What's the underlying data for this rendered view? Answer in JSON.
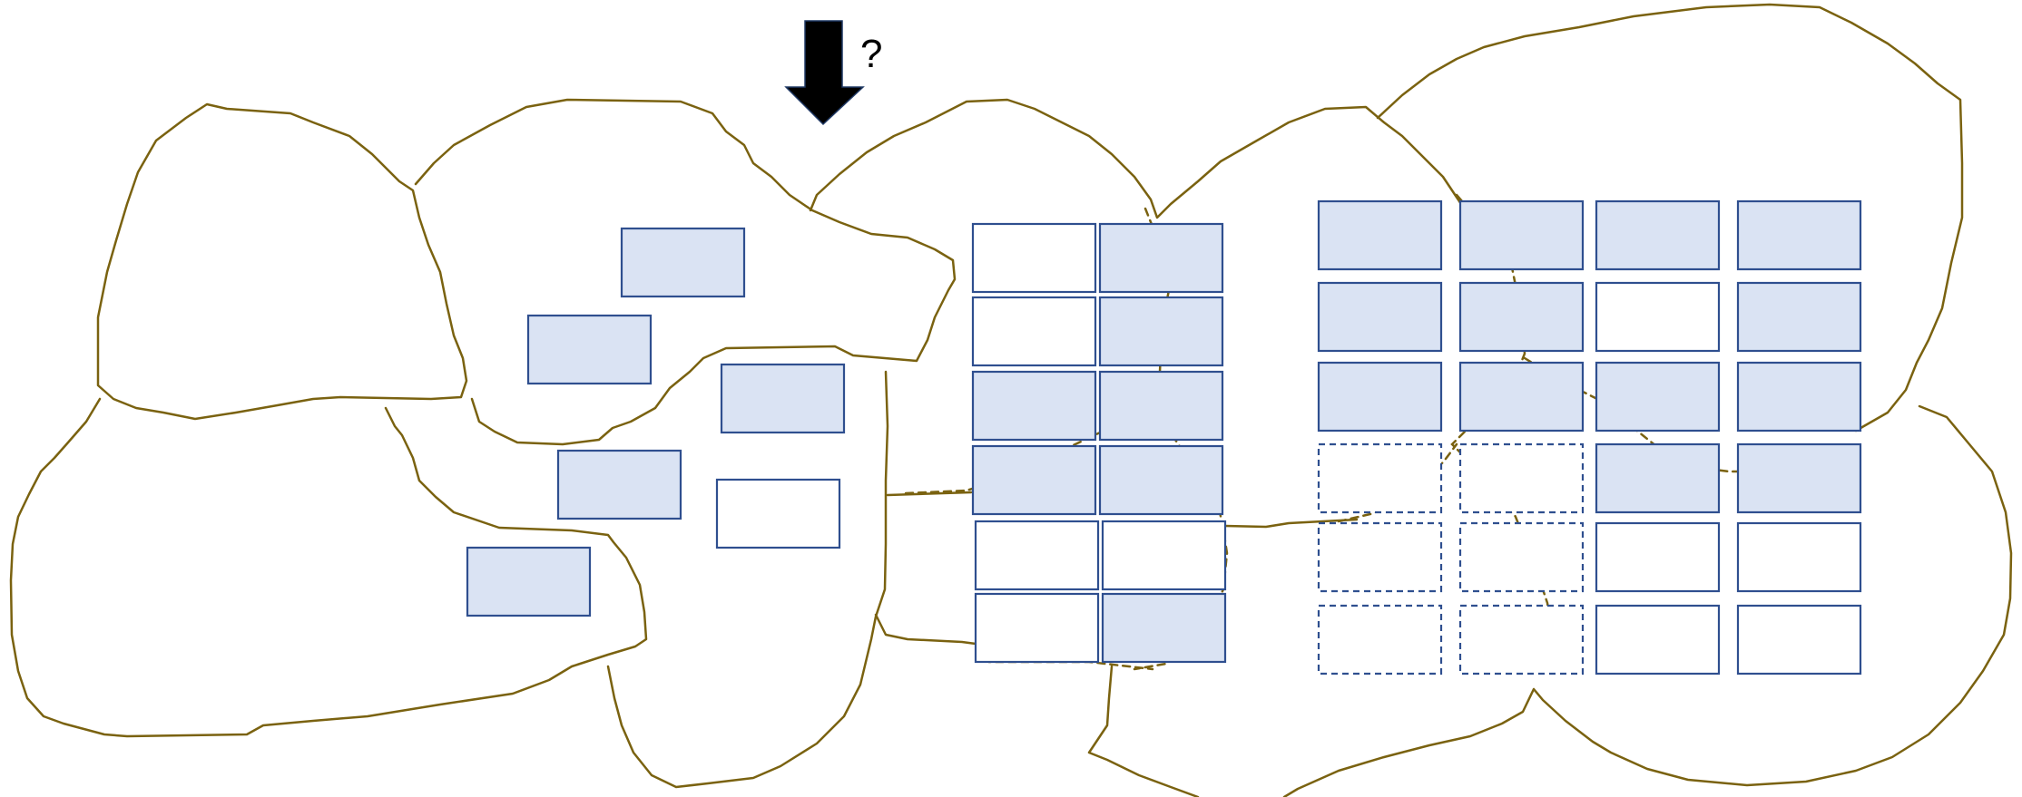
{
  "marker": {
    "text": "?"
  },
  "colors": {
    "outline": "#7a6210",
    "box_stroke": "#2f4f8f",
    "box_fill": "#dae3f3",
    "empty_fill": "#ffffff",
    "arrow": "#000000"
  },
  "scattered_boxes": [
    {
      "filled": true
    },
    {
      "filled": true
    },
    {
      "filled": true
    },
    {
      "filled": true
    },
    {
      "filled": false
    },
    {
      "filled": true
    }
  ],
  "middle_grid": {
    "columns": 2,
    "rows": [
      [
        "empty",
        "filled"
      ],
      [
        "empty",
        "filled"
      ],
      [
        "filled",
        "filled"
      ],
      [
        "filled",
        "filled"
      ],
      [
        "empty",
        "empty"
      ],
      [
        "empty",
        "filled"
      ]
    ]
  },
  "right_grid": {
    "columns": 4,
    "rows": [
      [
        "filled",
        "filled",
        "filled",
        "filled"
      ],
      [
        "filled",
        "filled",
        "empty",
        "filled"
      ],
      [
        "filled",
        "filled",
        "filled",
        "filled"
      ],
      [
        "dashed",
        "dashed",
        "filled",
        "filled"
      ],
      [
        "dashed",
        "dashed",
        "empty",
        "empty"
      ],
      [
        "dashed",
        "dashed",
        "empty",
        "empty"
      ]
    ]
  }
}
